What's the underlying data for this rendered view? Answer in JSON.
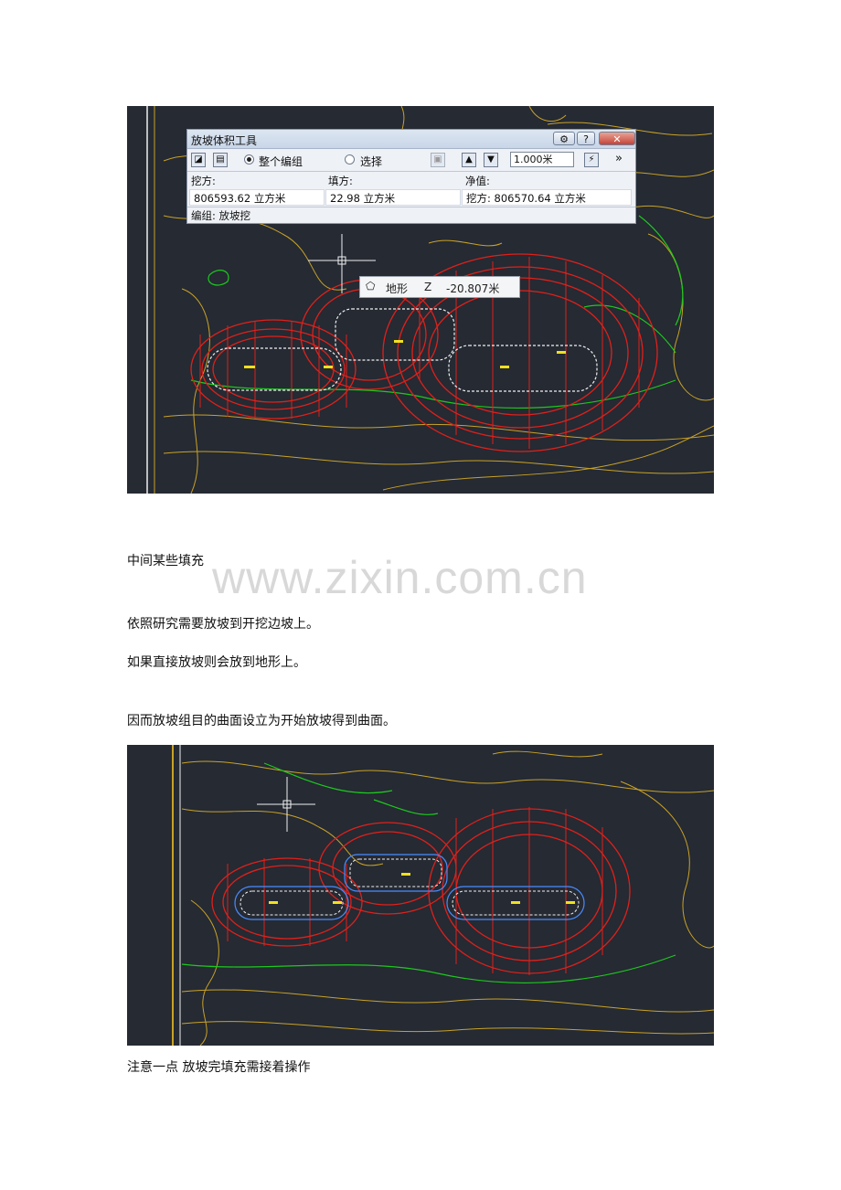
{
  "dialog": {
    "title": "放坡体积工具",
    "radio_whole": "整个编组",
    "radio_select": "选择",
    "step_value": "1.000米",
    "cut_header": "挖方:",
    "fill_header": "填方:",
    "net_header": "净值:",
    "cut_value": "806593.62 立方米",
    "fill_value": "22.98 立方米",
    "net_value": "挖方: 806570.64 立方米",
    "group_status": "编组: 放坡挖"
  },
  "tooltip": {
    "label": "地形",
    "axis": "Z",
    "value": "-20.807米"
  },
  "paragraphs": {
    "p1": "中间某些填充",
    "p2": "依照研究需要放坡到开挖边坡上。",
    "p3": "如果直接放坡则会放到地形上。",
    "p4": "因而放坡组目的曲面设立为开始放坡得到曲面。",
    "p5": "注意一点 放坡完填充需接着操作"
  },
  "watermark": "www.zixin.com.cn",
  "colors": {
    "cad_background": "#252a33",
    "contour": "#c9a227",
    "slope_red": "#e0201a",
    "grade_green": "#1ec81e",
    "boundary_white": "#f0f0f0"
  }
}
